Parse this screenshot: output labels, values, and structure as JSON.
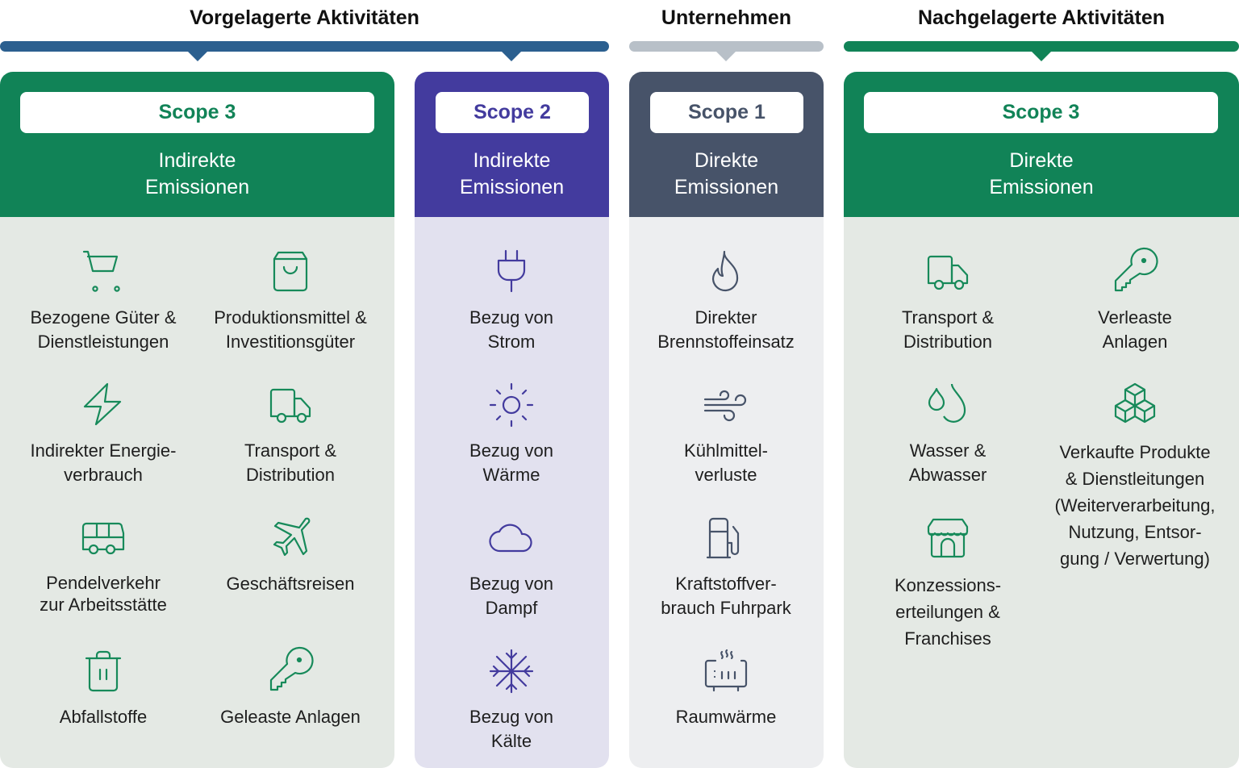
{
  "groups": {
    "upstream": {
      "title": "Vorgelagerte Aktivitäten",
      "color": "#2b5f8f"
    },
    "company": {
      "title": "Unternehmen",
      "color": "#b8c0c8"
    },
    "downstream": {
      "title": "Nachgelagerte Aktivitäten",
      "color": "#118357"
    }
  },
  "columns": [
    {
      "id": "scope3-upstream",
      "scope": "Scope 3",
      "subtitle_line1": "Indirekte",
      "subtitle_line2": "Emissionen",
      "head_color": "#118357",
      "body_color": "#e4e9e4",
      "icon_color": "#178a5a",
      "items": [
        {
          "icon": "shopping-cart-icon",
          "line1": "Bezogene Güter &",
          "line2": "Dienstleistungen"
        },
        {
          "icon": "shopping-bag-icon",
          "line1": "Produktionsmittel &",
          "line2": "Investitionsgüter"
        },
        {
          "icon": "lightning-bolt-icon",
          "line1": "Indirekter Energie-",
          "line2": "verbrauch"
        },
        {
          "icon": "delivery-truck-icon",
          "line1": "Transport &",
          "line2": "Distribution"
        },
        {
          "icon": "bus-icon",
          "line1": "Pendelverkehr",
          "line2": "zur Arbeitsstätte"
        },
        {
          "icon": "airplane-icon",
          "line1": "Geschäftsreisen",
          "line2": ""
        },
        {
          "icon": "trash-bin-icon",
          "line1": "Abfallstoffe",
          "line2": ""
        },
        {
          "icon": "key-icon",
          "line1": "Geleaste Anlagen",
          "line2": ""
        }
      ]
    },
    {
      "id": "scope2",
      "scope": "Scope 2",
      "subtitle_line1": "Indirekte",
      "subtitle_line2": "Emissionen",
      "head_color": "#433b9e",
      "body_color": "#e2e1ef",
      "icon_color": "#433b9e",
      "items": [
        {
          "icon": "power-plug-icon",
          "line1": "Bezug von",
          "line2": "Strom"
        },
        {
          "icon": "sun-icon",
          "line1": "Bezug von",
          "line2": "Wärme"
        },
        {
          "icon": "cloud-icon",
          "line1": "Bezug von",
          "line2": "Dampf"
        },
        {
          "icon": "snowflake-icon",
          "line1": "Bezug von",
          "line2": "Kälte"
        }
      ]
    },
    {
      "id": "scope1",
      "scope": "Scope 1",
      "subtitle_line1": "Direkte",
      "subtitle_line2": "Emissionen",
      "head_color": "#475369",
      "body_color": "#edeef0",
      "icon_color": "#475369",
      "items": [
        {
          "icon": "flame-icon",
          "line1": "Direkter",
          "line2": "Brennstoffeinsatz"
        },
        {
          "icon": "wind-icon",
          "line1": "Kühlmittel-",
          "line2": "verluste"
        },
        {
          "icon": "fuel-pump-icon",
          "line1": "Kraftstoffver-",
          "line2": "brauch Fuhrpark"
        },
        {
          "icon": "radiator-heat-icon",
          "line1": "Raumwärme",
          "line2": ""
        }
      ]
    },
    {
      "id": "scope3-downstream",
      "scope": "Scope 3",
      "subtitle_line1": "Direkte",
      "subtitle_line2": "Emissionen",
      "head_color": "#118357",
      "body_color": "#e4e9e4",
      "icon_color": "#178a5a",
      "items": [
        {
          "icon": "delivery-truck-icon",
          "line1": "Transport &",
          "line2": "Distribution"
        },
        {
          "icon": "key-icon",
          "line1": "Verleaste",
          "line2": "Anlagen"
        },
        {
          "icon": "water-drops-icon",
          "line1": "Wasser &",
          "line2": "Abwasser"
        },
        {
          "icon": "boxes-stack-icon",
          "line1": "Verkaufte Produkte",
          "line2": "& Dienstleitungen",
          "line3": "(Weiterverarbeitung,",
          "line4": "Nutzung, Entsor-",
          "line5": "gung / Verwertung)"
        },
        {
          "icon": "storefront-icon",
          "line1": "Konzessions-",
          "line2": "erteilungen &",
          "line3": "Franchises"
        }
      ]
    }
  ]
}
